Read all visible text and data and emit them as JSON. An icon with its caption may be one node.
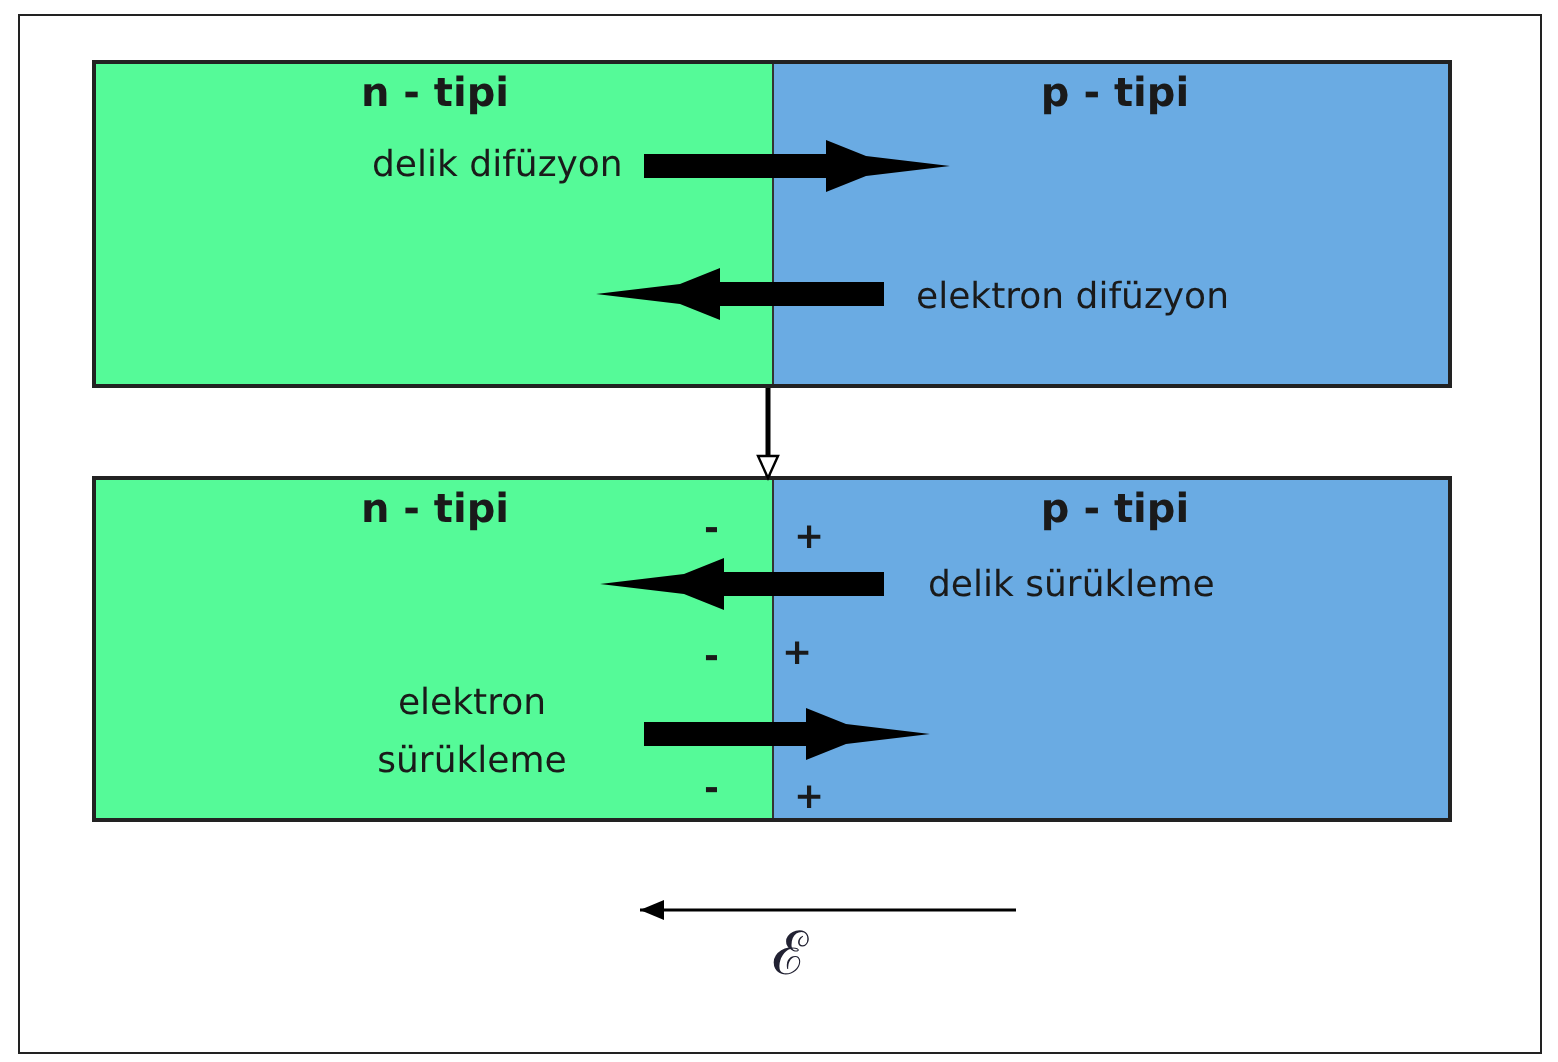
{
  "diagram": {
    "nodes": [
      {
        "text": [],
        "shape": "box"
      },
      {
        "text": [
          "n - tipi"
        ],
        "in": 0
      },
      {
        "text": [
          "p - tipi"
        ],
        "in": 0
      },
      {
        "text": [],
        "shape": "box"
      },
      {
        "text": [
          "n - tipi"
        ],
        "in": 3
      },
      {
        "text": [
          "p - tipi"
        ],
        "in": 3
      }
    ],
    "edges": [
      {
        "from": 0,
        "to": 3,
        "arrow": "to"
      },
      {
        "from": 1,
        "to": 2,
        "arrow": "to",
        "label": "delik difüzyon"
      },
      {
        "from": 2,
        "to": 1,
        "arrow": "to",
        "label": "elektron difüzyon"
      },
      {
        "from": 5,
        "to": 4,
        "arrow": "to",
        "label": "delik sürükleme"
      },
      {
        "from": 4,
        "to": 5,
        "arrow": "to",
        "label": "elektron sürükleme"
      }
    ],
    "labels": [
      "-",
      "+",
      "-",
      "+",
      "-",
      "+",
      "ℰ"
    ]
  }
}
